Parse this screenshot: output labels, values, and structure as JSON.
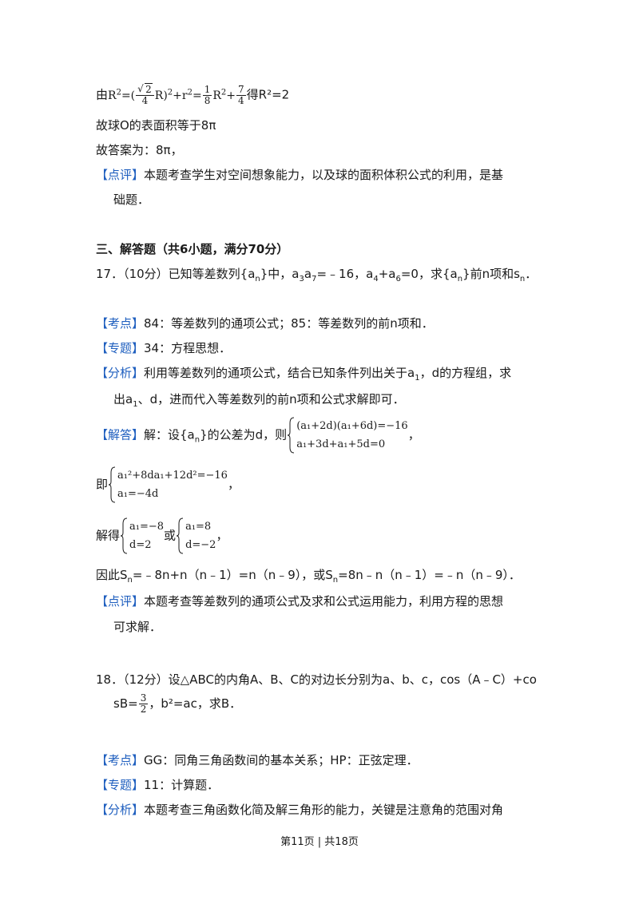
{
  "lines": {
    "l1_you": "由",
    "l1_R2a": "R",
    "l1_eq": "=(",
    "l1_sqrt2": "2",
    "l1_den4": "4",
    "l1_Rpart": "R)",
    "l1_plus_r": "+r",
    "l1_eq2": "=",
    "l1_num1": "1",
    "l1_den8": "8",
    "l1_R2b": "R",
    "l1_plus": "+",
    "l1_num7": "7",
    "l1_den4b": "4",
    "l1_tail": "得R²=2",
    "l2": "故球O的表面积等于8π",
    "l3": "故答案为：8π，",
    "l4_tag": "【点评】",
    "l4_text": "本题考查学生对空间想象能力，以及球的面积体积公式的利用，是基",
    "l5": "础题．",
    "section": "三、解答题（共6小题，满分70分）",
    "q17_a": "17．（10分）已知等差数列{a",
    "q17_b": "}中，a",
    "q17_c": "a",
    "q17_d": "=﹣16，a",
    "q17_e": "+a",
    "q17_f": "=0，求{a",
    "q17_g": "}前n项和s",
    "q17_h": "．",
    "kd17_tag": "【考点】",
    "kd17_text": "84：等差数列的通项公式；85：等差数列的前n项和．",
    "zt17_tag": "【专题】",
    "zt17_text": "34：方程思想．",
    "fx17_tag": "【分析】",
    "fx17_text1": "利用等差数列的通项公式，结合已知条件列出关于a",
    "fx17_text1b": "，d的方程组，求",
    "fx17_text2a": "出a",
    "fx17_text2b": "、d，进而代入等差数列的前n项和公式求解即可．",
    "jd17_tag": "【解答】",
    "jd17_text": "解：设{a",
    "jd17_text_b": "}的公差为d，则",
    "sys1_r1": "(a₁+2d)(a₁+6d)=−16",
    "sys1_r2": "a₁+3d+a₁+5d=0",
    "comma": "，",
    "ji": "即",
    "sys2_r1": "a₁²+8da₁+12d²=−16",
    "sys2_r2": "a₁=−4d",
    "jiede": "解得",
    "sys3_r1": "a₁=−8",
    "sys3_r2": "d=2",
    "huo": "或",
    "sys4_r1": "a₁=8",
    "sys4_r2": "d=−2",
    "yinci_a": "因此S",
    "yinci_b": "=﹣8n+n（n﹣1）=n（n﹣9），或S",
    "yinci_c": "=8n﹣n（n﹣1）=﹣n（n﹣9）．",
    "dp17_tag": "【点评】",
    "dp17_text": "本题考查等差数列的通项公式及求和公式运用能力，利用方程的思想",
    "dp17_text2": "可求解．",
    "q18_a": "18．（12分）设△ABC的内角A、B、C的对边长分别为a、b、c，cos（A﹣C）+co",
    "q18_b": "sB=",
    "q18_num": "3",
    "q18_den": "2",
    "q18_c": "，b²=ac，求B．",
    "kd18_tag": "【考点】",
    "kd18_text": "GG：同角三角函数间的基本关系；HP：正弦定理．",
    "zt18_tag": "【专题】",
    "zt18_text": "11：计算题．",
    "fx18_tag": "【分析】",
    "fx18_text": "本题考查三角函数化简及解三角形的能力，关键是注意角的范围对角"
  },
  "footer": "第11页 | 共18页"
}
